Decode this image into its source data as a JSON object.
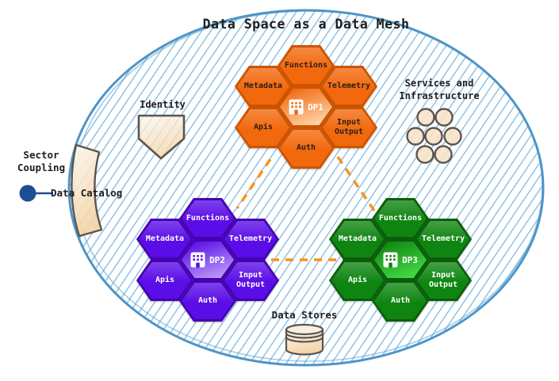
{
  "title": "Data Space as a Data Mesh",
  "colors": {
    "orange": "#f2690d",
    "orange_dark": "#cd5400",
    "orange_light": "#ffddb8",
    "purple": "#5a0de6",
    "purple_dark": "#4503b4",
    "purple_light": "#c2a5f8",
    "green": "#0f8511",
    "green_dark": "#0a5e0c",
    "green_light": "#4ae14a",
    "ellipse_stroke": "#4e95c9",
    "hatch": "#85bfe4",
    "connector": "#f7941d",
    "shape_fill": "#f6dcb4",
    "shape_fill_light": "#fdf8ef",
    "shape_stroke": "#5b5550",
    "navy": "#1d4e91",
    "text": "#1e1e1e"
  },
  "icons": {
    "cluster_center": "building-icon",
    "identity": "shield-icon",
    "services": "circle-grid-icon",
    "data_stores": "database-cylinder-icon",
    "data_catalog": "dot-marker-icon",
    "sector_coupling": "arc-band-icon"
  },
  "clusters": [
    {
      "name": "DP1",
      "theme": "orange",
      "cells": {
        "n": "Functions",
        "nw": "Metadata",
        "ne": "Telemetry",
        "sw": "Apis",
        "se": "Input Output",
        "s": "Auth"
      }
    },
    {
      "name": "DP2",
      "theme": "purple",
      "cells": {
        "n": "Functions",
        "nw": "Metadata",
        "ne": "Telemetry",
        "sw": "Apis",
        "se": "Input Output",
        "s": "Auth"
      }
    },
    {
      "name": "DP3",
      "theme": "green",
      "cells": {
        "n": "Functions",
        "nw": "Metadata",
        "ne": "Telemetry",
        "sw": "Apis",
        "se": "Input Output",
        "s": "Auth"
      }
    }
  ],
  "labels": {
    "identity": "Identity",
    "services": "Services and\nInfrastructure",
    "sector_coupling": "Sector\nCoupling",
    "data_catalog": "Data Catalog",
    "data_stores": "Data Stores"
  }
}
